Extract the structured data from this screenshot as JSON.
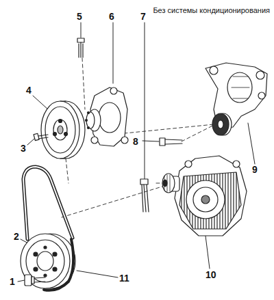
{
  "diagram": {
    "title": "Без системы кондиционирования",
    "labels": [
      "1",
      "2",
      "3",
      "4",
      "5",
      "6",
      "7",
      "8",
      "9",
      "10",
      "11"
    ]
  }
}
